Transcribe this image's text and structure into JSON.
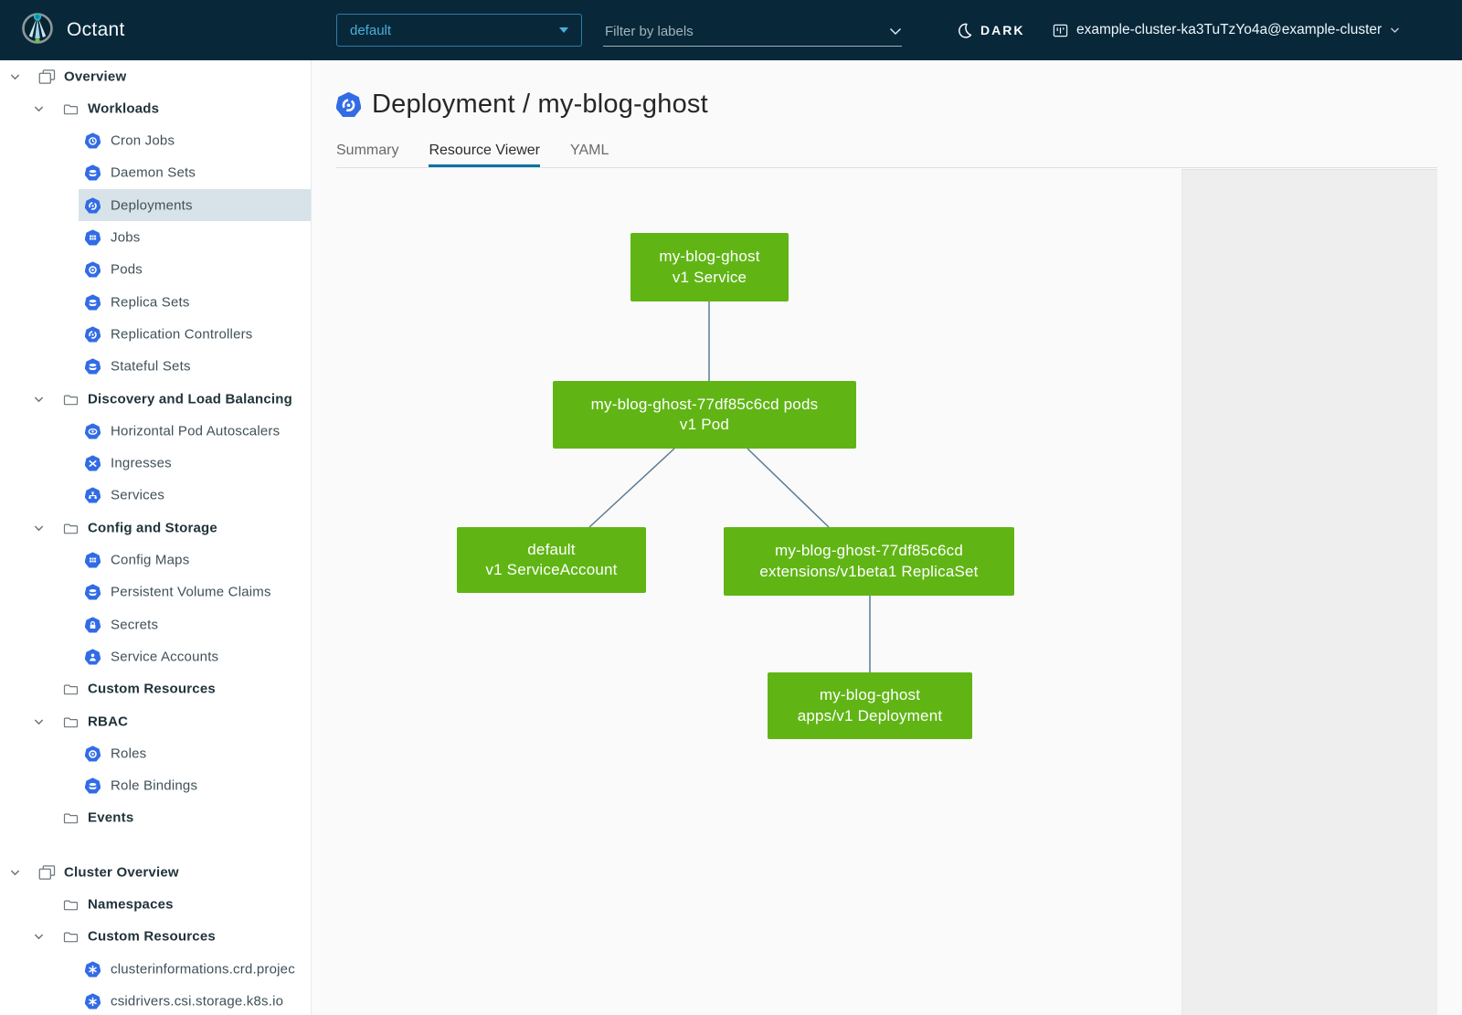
{
  "navbar": {
    "brand": "Octant",
    "namespace_selector": {
      "value": "default"
    },
    "label_filter": {
      "placeholder": "Filter by labels"
    },
    "theme_toggle": {
      "label": "DARK"
    },
    "context": {
      "name": "example-cluster-ka3TuTzYo4a@example-cluster"
    }
  },
  "sidebar": {
    "items": [
      {
        "label": "Overview",
        "level": 0,
        "bold": true,
        "chevron": true,
        "icon": "overview-icon"
      },
      {
        "label": "Workloads",
        "level": 1,
        "bold": true,
        "chevron": true,
        "icon": "folder-icon"
      },
      {
        "label": "Cron Jobs",
        "level": 2,
        "icon": "cron-jobs-icon"
      },
      {
        "label": "Daemon Sets",
        "level": 2,
        "icon": "daemon-sets-icon"
      },
      {
        "label": "Deployments",
        "level": 2,
        "icon": "deployments-icon",
        "selected": true
      },
      {
        "label": "Jobs",
        "level": 2,
        "icon": "jobs-icon"
      },
      {
        "label": "Pods",
        "level": 2,
        "icon": "pods-icon"
      },
      {
        "label": "Replica Sets",
        "level": 2,
        "icon": "replica-sets-icon"
      },
      {
        "label": "Replication Controllers",
        "level": 2,
        "icon": "replication-controllers-icon"
      },
      {
        "label": "Stateful Sets",
        "level": 2,
        "icon": "stateful-sets-icon"
      },
      {
        "label": "Discovery and Load Balancing",
        "level": 1,
        "bold": true,
        "chevron": true,
        "icon": "folder-icon"
      },
      {
        "label": "Horizontal Pod Autoscalers",
        "level": 2,
        "icon": "horizontal-pod-autoscalers-icon"
      },
      {
        "label": "Ingresses",
        "level": 2,
        "icon": "ingresses-icon"
      },
      {
        "label": "Services",
        "level": 2,
        "icon": "services-icon"
      },
      {
        "label": "Config and Storage",
        "level": 1,
        "bold": true,
        "chevron": true,
        "icon": "folder-icon"
      },
      {
        "label": "Config Maps",
        "level": 2,
        "icon": "config-maps-icon"
      },
      {
        "label": "Persistent Volume Claims",
        "level": 2,
        "icon": "persistent-volume-claims-icon"
      },
      {
        "label": "Secrets",
        "level": 2,
        "icon": "secrets-icon"
      },
      {
        "label": "Service Accounts",
        "level": 2,
        "icon": "service-accounts-icon"
      },
      {
        "label": "Custom Resources",
        "level": 1,
        "bold": true,
        "icon": "folder-icon"
      },
      {
        "label": "RBAC",
        "level": 1,
        "bold": true,
        "chevron": true,
        "icon": "folder-icon"
      },
      {
        "label": "Roles",
        "level": 2,
        "icon": "roles-icon"
      },
      {
        "label": "Role Bindings",
        "level": 2,
        "icon": "role-bindings-icon"
      },
      {
        "label": "Events",
        "level": 1,
        "bold": true,
        "icon": "folder-icon"
      },
      {
        "label": "Cluster Overview",
        "level": 0,
        "bold": true,
        "chevron": true,
        "icon": "overview-icon"
      },
      {
        "label": "Namespaces",
        "level": 1,
        "bold": true,
        "icon": "folder-icon"
      },
      {
        "label": "Custom Resources",
        "level": 1,
        "bold": true,
        "chevron": true,
        "icon": "folder-icon"
      },
      {
        "label": "clusterinformations.crd.projec",
        "level": 2,
        "icon": "crd-icon"
      },
      {
        "label": "csidrivers.csi.storage.k8s.io",
        "level": 2,
        "icon": "crd-icon"
      }
    ]
  },
  "header": {
    "title": "Deployment / my-blog-ghost",
    "icon": "deployment-icon"
  },
  "tabs": [
    {
      "label": "Summary",
      "active": false
    },
    {
      "label": "Resource Viewer",
      "active": true
    },
    {
      "label": "YAML",
      "active": false
    }
  ],
  "graph": {
    "nodes": [
      {
        "id": "service",
        "line1": "my-blog-ghost",
        "line2": "v1 Service"
      },
      {
        "id": "pod",
        "line1": "my-blog-ghost-77df85c6cd pods",
        "line2": "v1 Pod"
      },
      {
        "id": "serviceaccount",
        "line1": "default",
        "line2": "v1 ServiceAccount"
      },
      {
        "id": "replicaset",
        "line1": "my-blog-ghost-77df85c6cd",
        "line2": "extensions/v1beta1 ReplicaSet"
      },
      {
        "id": "deployment",
        "line1": "my-blog-ghost",
        "line2": "apps/v1 Deployment"
      }
    ],
    "edges": [
      [
        "service",
        "pod"
      ],
      [
        "pod",
        "serviceaccount"
      ],
      [
        "pod",
        "replicaset"
      ],
      [
        "replicaset",
        "deployment"
      ]
    ]
  },
  "colors": {
    "navbar_bg": "#08283a",
    "k8s_blue": "#326ce5",
    "node_green": "#60b515",
    "edge": "#5c7b95",
    "active_tab_underline": "#0072a3",
    "selected_item_bg": "#d8e3e9",
    "accent_blue": "#49afd9"
  }
}
